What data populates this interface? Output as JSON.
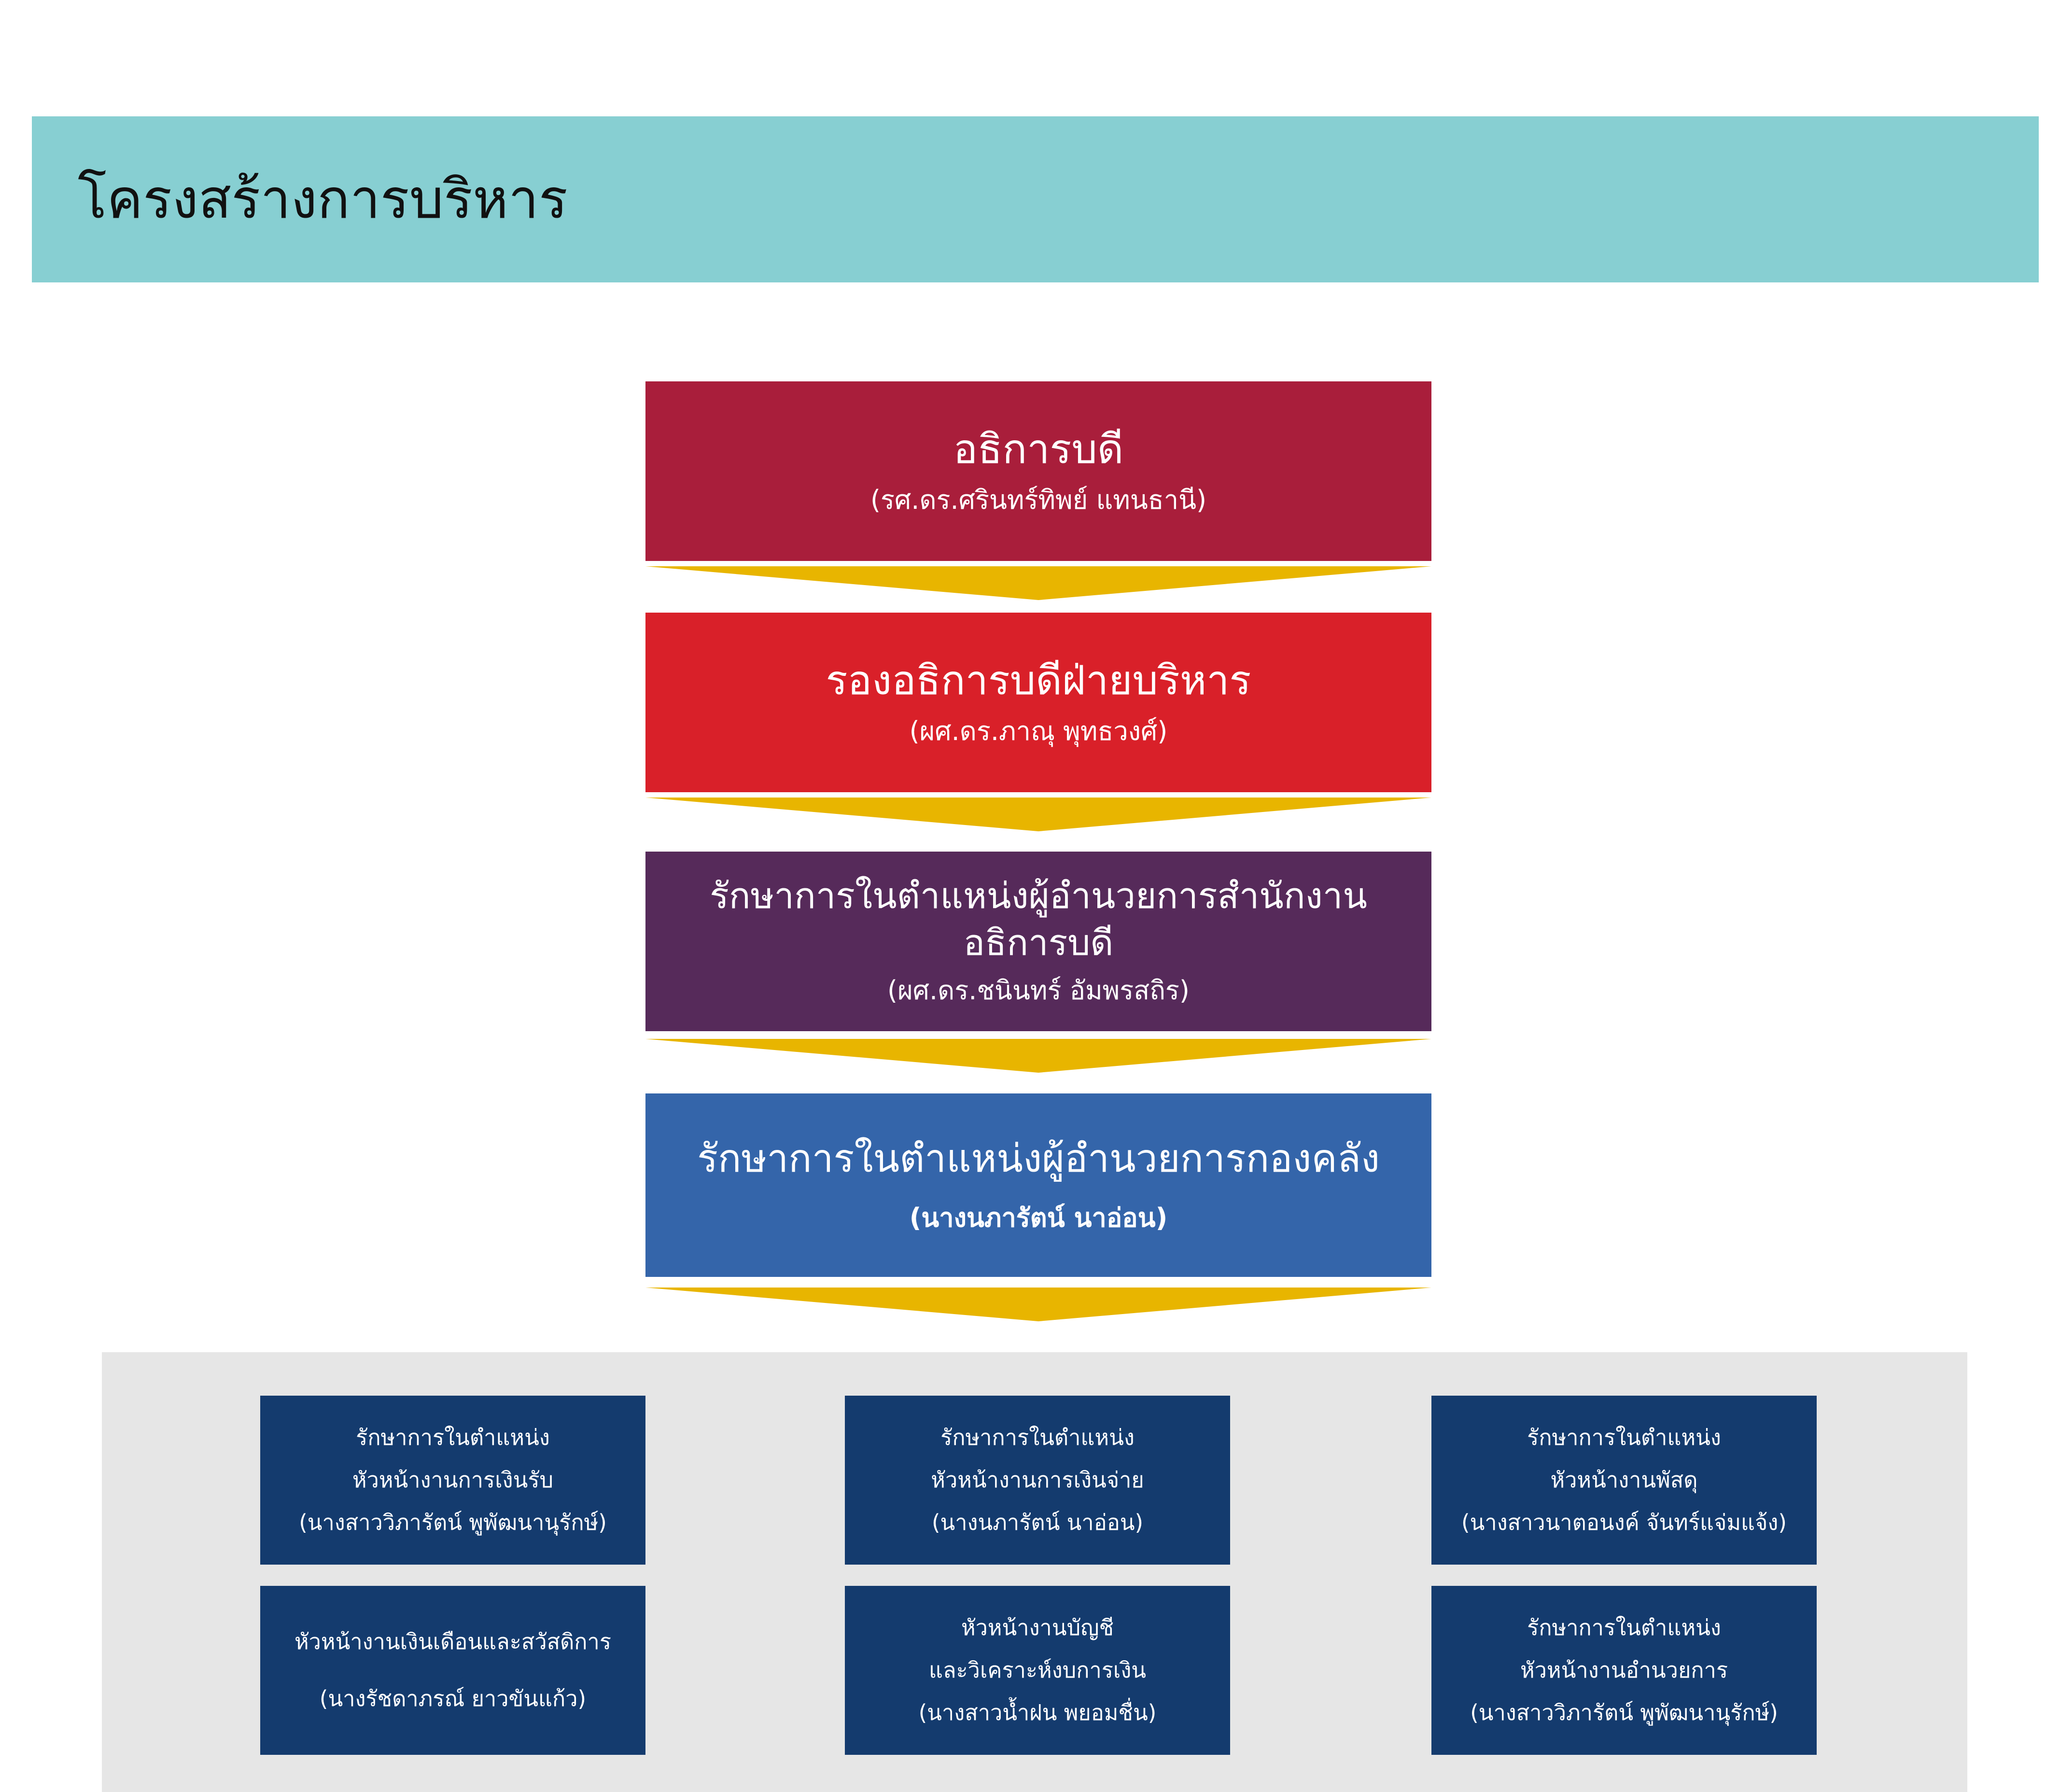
{
  "header": {
    "title": "โครงสร้างการบริหาร"
  },
  "colors": {
    "header": "#87CFD2",
    "president": "#A91E3B",
    "vice": "#D92029",
    "office": "#562A5A",
    "finance": "#3465AA",
    "arrow": "#E8B500",
    "unit": "#143B6E",
    "panel": "#E6E6E6"
  },
  "levels": [
    {
      "title": "อธิการบดี",
      "name": "(รศ.ดร.ศรินทร์ทิพย์ แทนธานี)"
    },
    {
      "title": "รองอธิการบดีฝ่ายบริหาร",
      "name": "(ผศ.ดร.ภาณุ พุทธวงศ์)"
    },
    {
      "title": "รักษาการในตำแหน่งผู้อำนวยการสำนักงานอธิการบดี",
      "name": "(ผศ.ดร.ชนินทร์ อัมพรสถิร)"
    },
    {
      "title": "รักษาการในตำแหน่งผู้อำนวยการกองคลัง",
      "name": "(นางนภารัตน์ นาอ่อน)"
    }
  ],
  "units": [
    {
      "lines": [
        "รักษาการในตำแหน่ง",
        "หัวหน้างานการเงินรับ"
      ],
      "name": "(นางสาววิภารัตน์ พูพัฒนานุรักษ์)"
    },
    {
      "lines": [
        "รักษาการในตำแหน่ง",
        "หัวหน้างานการเงินจ่าย"
      ],
      "name": "(นางนภารัตน์ นาอ่อน)"
    },
    {
      "lines": [
        "รักษาการในตำแหน่ง",
        "หัวหน้างานพัสดุ"
      ],
      "name": "(นางสาวนาตอนงค์ จันทร์แจ่มแจ้ง)"
    },
    {
      "lines": [
        "หัวหน้างานเงินเดือนและสวัสดิการ"
      ],
      "name": "(นางรัชดาภรณ์ ยาวขันแก้ว)"
    },
    {
      "lines": [
        "หัวหน้างานบัญชี",
        "และวิเคราะห์งบการเงิน"
      ],
      "name": "(นางสาวน้ำฝน พยอมชื่น)"
    },
    {
      "lines": [
        "รักษาการในตำแหน่ง",
        "หัวหน้างานอำนวยการ"
      ],
      "name": "(นางสาววิภารัตน์ พูพัฒนานุรักษ์)"
    }
  ]
}
